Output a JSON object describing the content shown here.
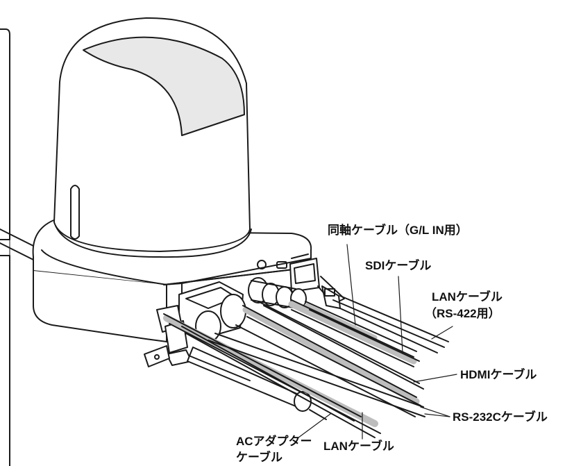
{
  "labels": {
    "coax": "同軸ケーブル（G/L IN用）",
    "sdi": "SDIケーブル",
    "lan422_line1": "LANケーブル",
    "lan422_line2": "（RS-422用）",
    "hdmi": "HDMIケーブル",
    "rs232c": "RS-232Cケーブル",
    "lan": "LANケーブル",
    "ac_line1": "ACアダプター",
    "ac_line2": "ケーブル"
  },
  "colors": {
    "line": "#1a1a1a",
    "cable_gray": "#bdbdbd",
    "body_fill": "#ffffff",
    "shade": "#e6e6e6"
  }
}
